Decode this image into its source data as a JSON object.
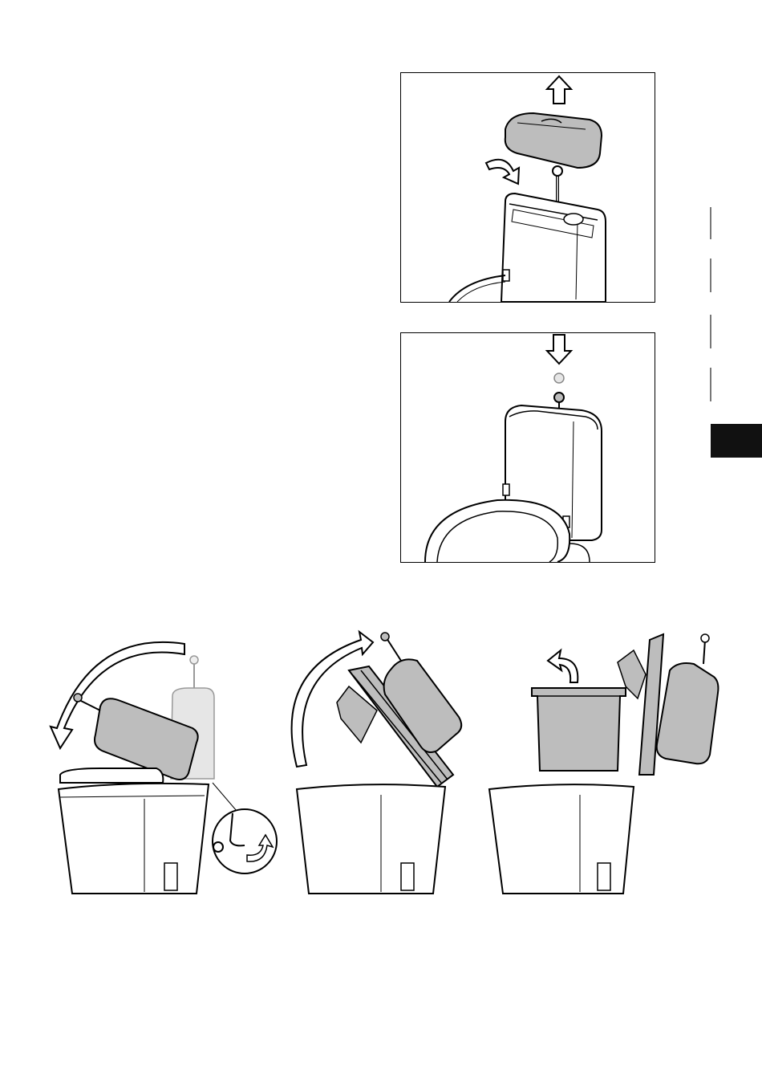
{
  "page": {
    "type": "manual-illustration-page",
    "text_present": false
  },
  "side_tabs": {
    "count": 5,
    "active_index": 4,
    "active_color": "#111111",
    "inactive_color": "#777777"
  },
  "figures": [
    {
      "id": "remove-tank-lid",
      "icons": [
        "arrow-up-icon",
        "curved-arrow-icon"
      ]
    },
    {
      "id": "replace-tank-lid",
      "icons": [
        "arrow-down-icon"
      ]
    },
    {
      "id": "tilt-tank-step-1",
      "icons": [
        "curved-arrow-icon",
        "detail-circle-icon"
      ]
    },
    {
      "id": "tilt-tank-step-2",
      "icons": [
        "curved-arrow-icon"
      ]
    },
    {
      "id": "remove-bucket-step-3",
      "icons": [
        "curved-arrow-icon"
      ]
    }
  ],
  "colors": {
    "line": "#000000",
    "part_fill": "#bdbdbd",
    "ghost_fill": "#e6e6e6"
  }
}
